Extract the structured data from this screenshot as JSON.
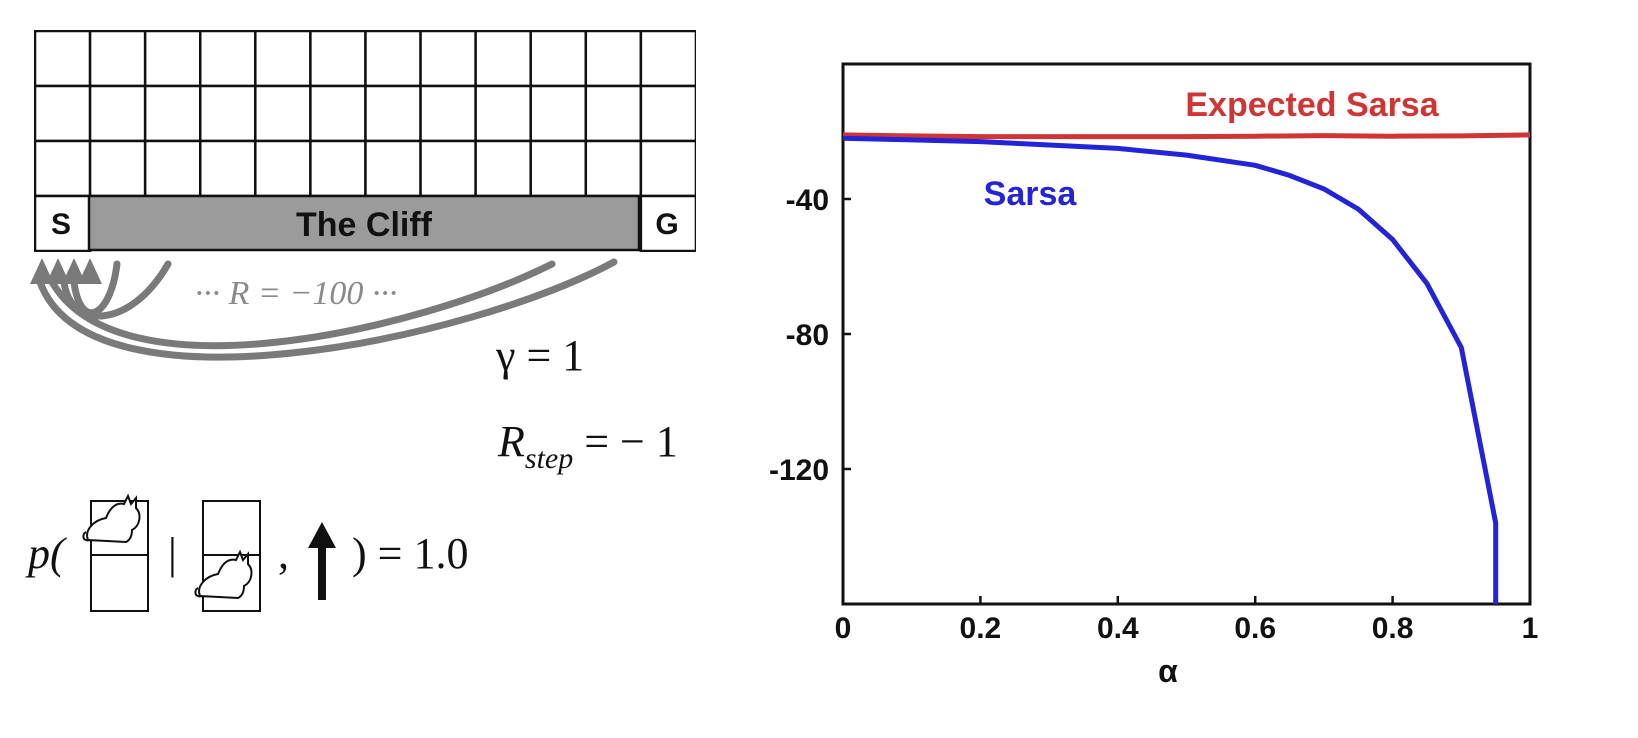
{
  "gridworld": {
    "start_label": "S",
    "goal_label": "G",
    "cliff_label": "The Cliff",
    "cliff_reward": "··· R = −100 ···",
    "colors": {
      "cliff": "#9b9b9b",
      "arrow": "#7a7a7a",
      "cliff_text": "#8a8a8a"
    }
  },
  "equations": {
    "gamma": "γ = 1",
    "r_step_symbol": "R",
    "r_step_sub": "step",
    "r_step_value": " = − 1",
    "prob_open": "p(",
    "prob_bar": "|",
    "prob_comma": ",",
    "prob_close": ") = 1.0",
    "icons": [
      "cat-icon",
      "up-arrow-icon"
    ]
  },
  "chart_data": {
    "type": "line",
    "xlabel": "α",
    "ylabel": "",
    "title": "",
    "xlim": [
      0,
      1
    ],
    "ylim": [
      -160,
      0
    ],
    "xticks": [
      "0",
      "0.2",
      "0.4",
      "0.6",
      "0.8",
      "1"
    ],
    "xtick_values": [
      0,
      0.2,
      0.4,
      0.6,
      0.8,
      1
    ],
    "yticks": [
      "-40",
      "-80",
      "-120"
    ],
    "ytick_values": [
      -40,
      -80,
      -120
    ],
    "grid": false,
    "series": [
      {
        "name": "Expected Sarsa",
        "color": "#d03535",
        "x": [
          0,
          0.1,
          0.2,
          0.3,
          0.4,
          0.5,
          0.6,
          0.7,
          0.8,
          0.9,
          1.0
        ],
        "y": [
          -21,
          -21.3,
          -21.5,
          -21.5,
          -21.5,
          -21.5,
          -21.4,
          -21.2,
          -21.4,
          -21.3,
          -21.0
        ]
      },
      {
        "name": "Sarsa",
        "color": "#2323d8",
        "x": [
          0,
          0.1,
          0.2,
          0.3,
          0.4,
          0.5,
          0.6,
          0.65,
          0.7,
          0.75,
          0.8,
          0.85,
          0.9,
          0.95,
          0.95
        ],
        "y": [
          -22,
          -22.5,
          -23,
          -24,
          -25,
          -27,
          -30,
          -33,
          -37,
          -43,
          -52,
          -65,
          -84,
          -136,
          -160
        ]
      }
    ]
  }
}
